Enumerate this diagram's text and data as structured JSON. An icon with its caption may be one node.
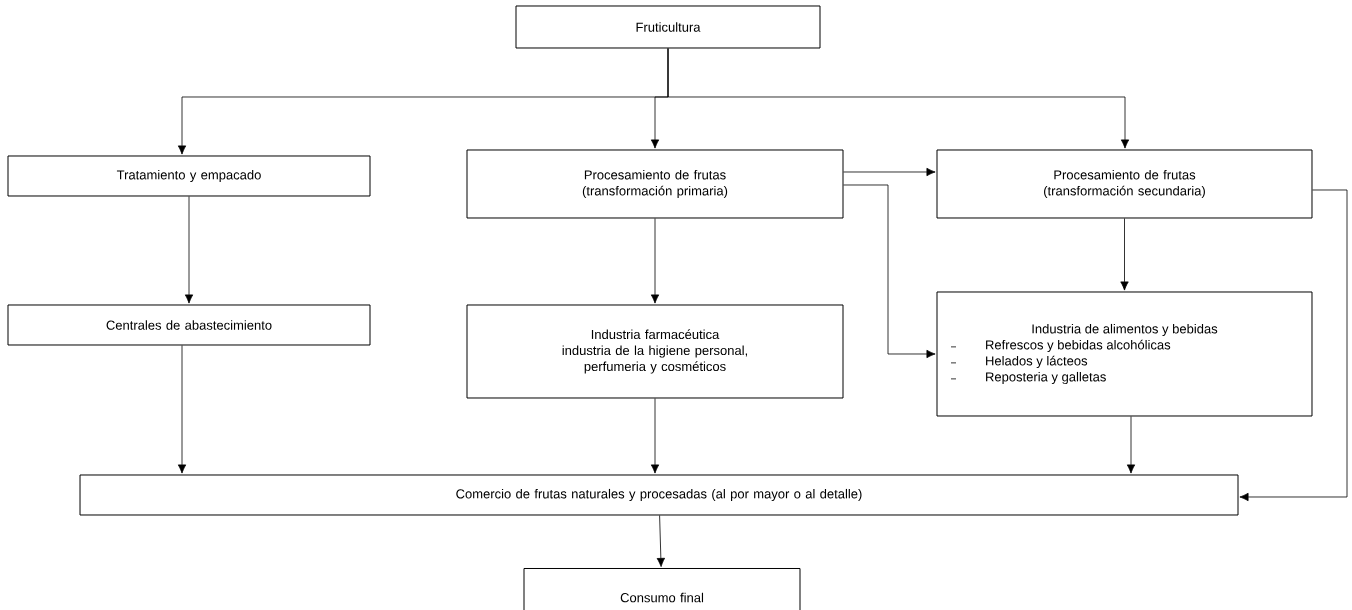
{
  "diagram": {
    "nodes": [
      {
        "text": [
          "Fruticultura"
        ]
      },
      {
        "text": [
          "Tratamiento y empacado"
        ]
      },
      {
        "text": [
          "Procesamiento de frutas (transformación primaria)"
        ]
      },
      {
        "text": [
          "Procesamiento de frutas (transformación secundaria)"
        ]
      },
      {
        "text": [
          "Centrales de abastecimiento"
        ]
      },
      {
        "text": [
          "Industria farmacéutica",
          "industria de la higiene personal, perfumeria y cosméticos"
        ]
      },
      {
        "text": [
          "Industria de alimentos y bebidas",
          "Refrescos y bebidas alcohólicas",
          "Helados y lácteos",
          "Reposteria y galletas"
        ]
      },
      {
        "text": [
          "Comercio de frutas naturales y procesadas (al por mayor o al detalle)"
        ]
      },
      {
        "text": [
          "Consumo final"
        ]
      }
    ],
    "edges": [
      {
        "from": 0,
        "to": 1,
        "arrow": "to"
      },
      {
        "from": 0,
        "to": 2,
        "arrow": "to"
      },
      {
        "from": 0,
        "to": 3,
        "arrow": "to"
      },
      {
        "from": 1,
        "to": 4,
        "arrow": "to"
      },
      {
        "from": 2,
        "to": 5,
        "arrow": "to"
      },
      {
        "from": 2,
        "to": 3,
        "arrow": "to"
      },
      {
        "from": 2,
        "to": 6,
        "arrow": "to"
      },
      {
        "from": 3,
        "to": 6,
        "arrow": "to"
      },
      {
        "from": 4,
        "to": 7,
        "arrow": "to"
      },
      {
        "from": 5,
        "to": 7,
        "arrow": "to"
      },
      {
        "from": 6,
        "to": 7,
        "arrow": "to"
      },
      {
        "from": 3,
        "to": 7,
        "arrow": "to"
      },
      {
        "from": 7,
        "to": 8,
        "arrow": "to"
      }
    ]
  }
}
